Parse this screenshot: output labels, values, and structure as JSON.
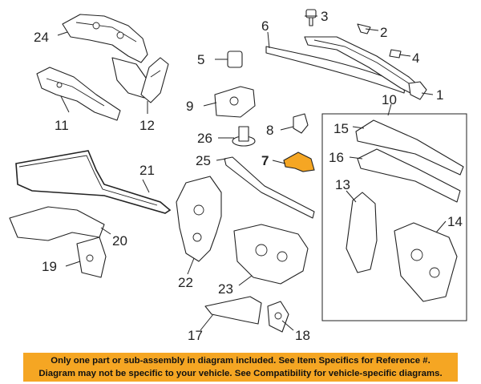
{
  "callouts": {
    "c1": "1",
    "c2": "2",
    "c3": "3",
    "c4": "4",
    "c5": "5",
    "c6": "6",
    "c7": "7",
    "c8": "8",
    "c9": "9",
    "c10": "10",
    "c11": "11",
    "c12": "12",
    "c13": "13",
    "c14": "14",
    "c15": "15",
    "c16": "16",
    "c17": "17",
    "c18": "18",
    "c19": "19",
    "c20": "20",
    "c21": "21",
    "c22": "22",
    "c23": "23",
    "c24": "24",
    "c25": "25",
    "c26": "26"
  },
  "highlighted_part": "7",
  "highlight_color": "#f5a623",
  "disclaimer": {
    "line1": "Only one part or sub-assembly in diagram included. See Item Specifics for Reference #.",
    "line2": "Diagram may not be specific to your vehicle. See Compatibility for vehicle-specific diagrams."
  }
}
